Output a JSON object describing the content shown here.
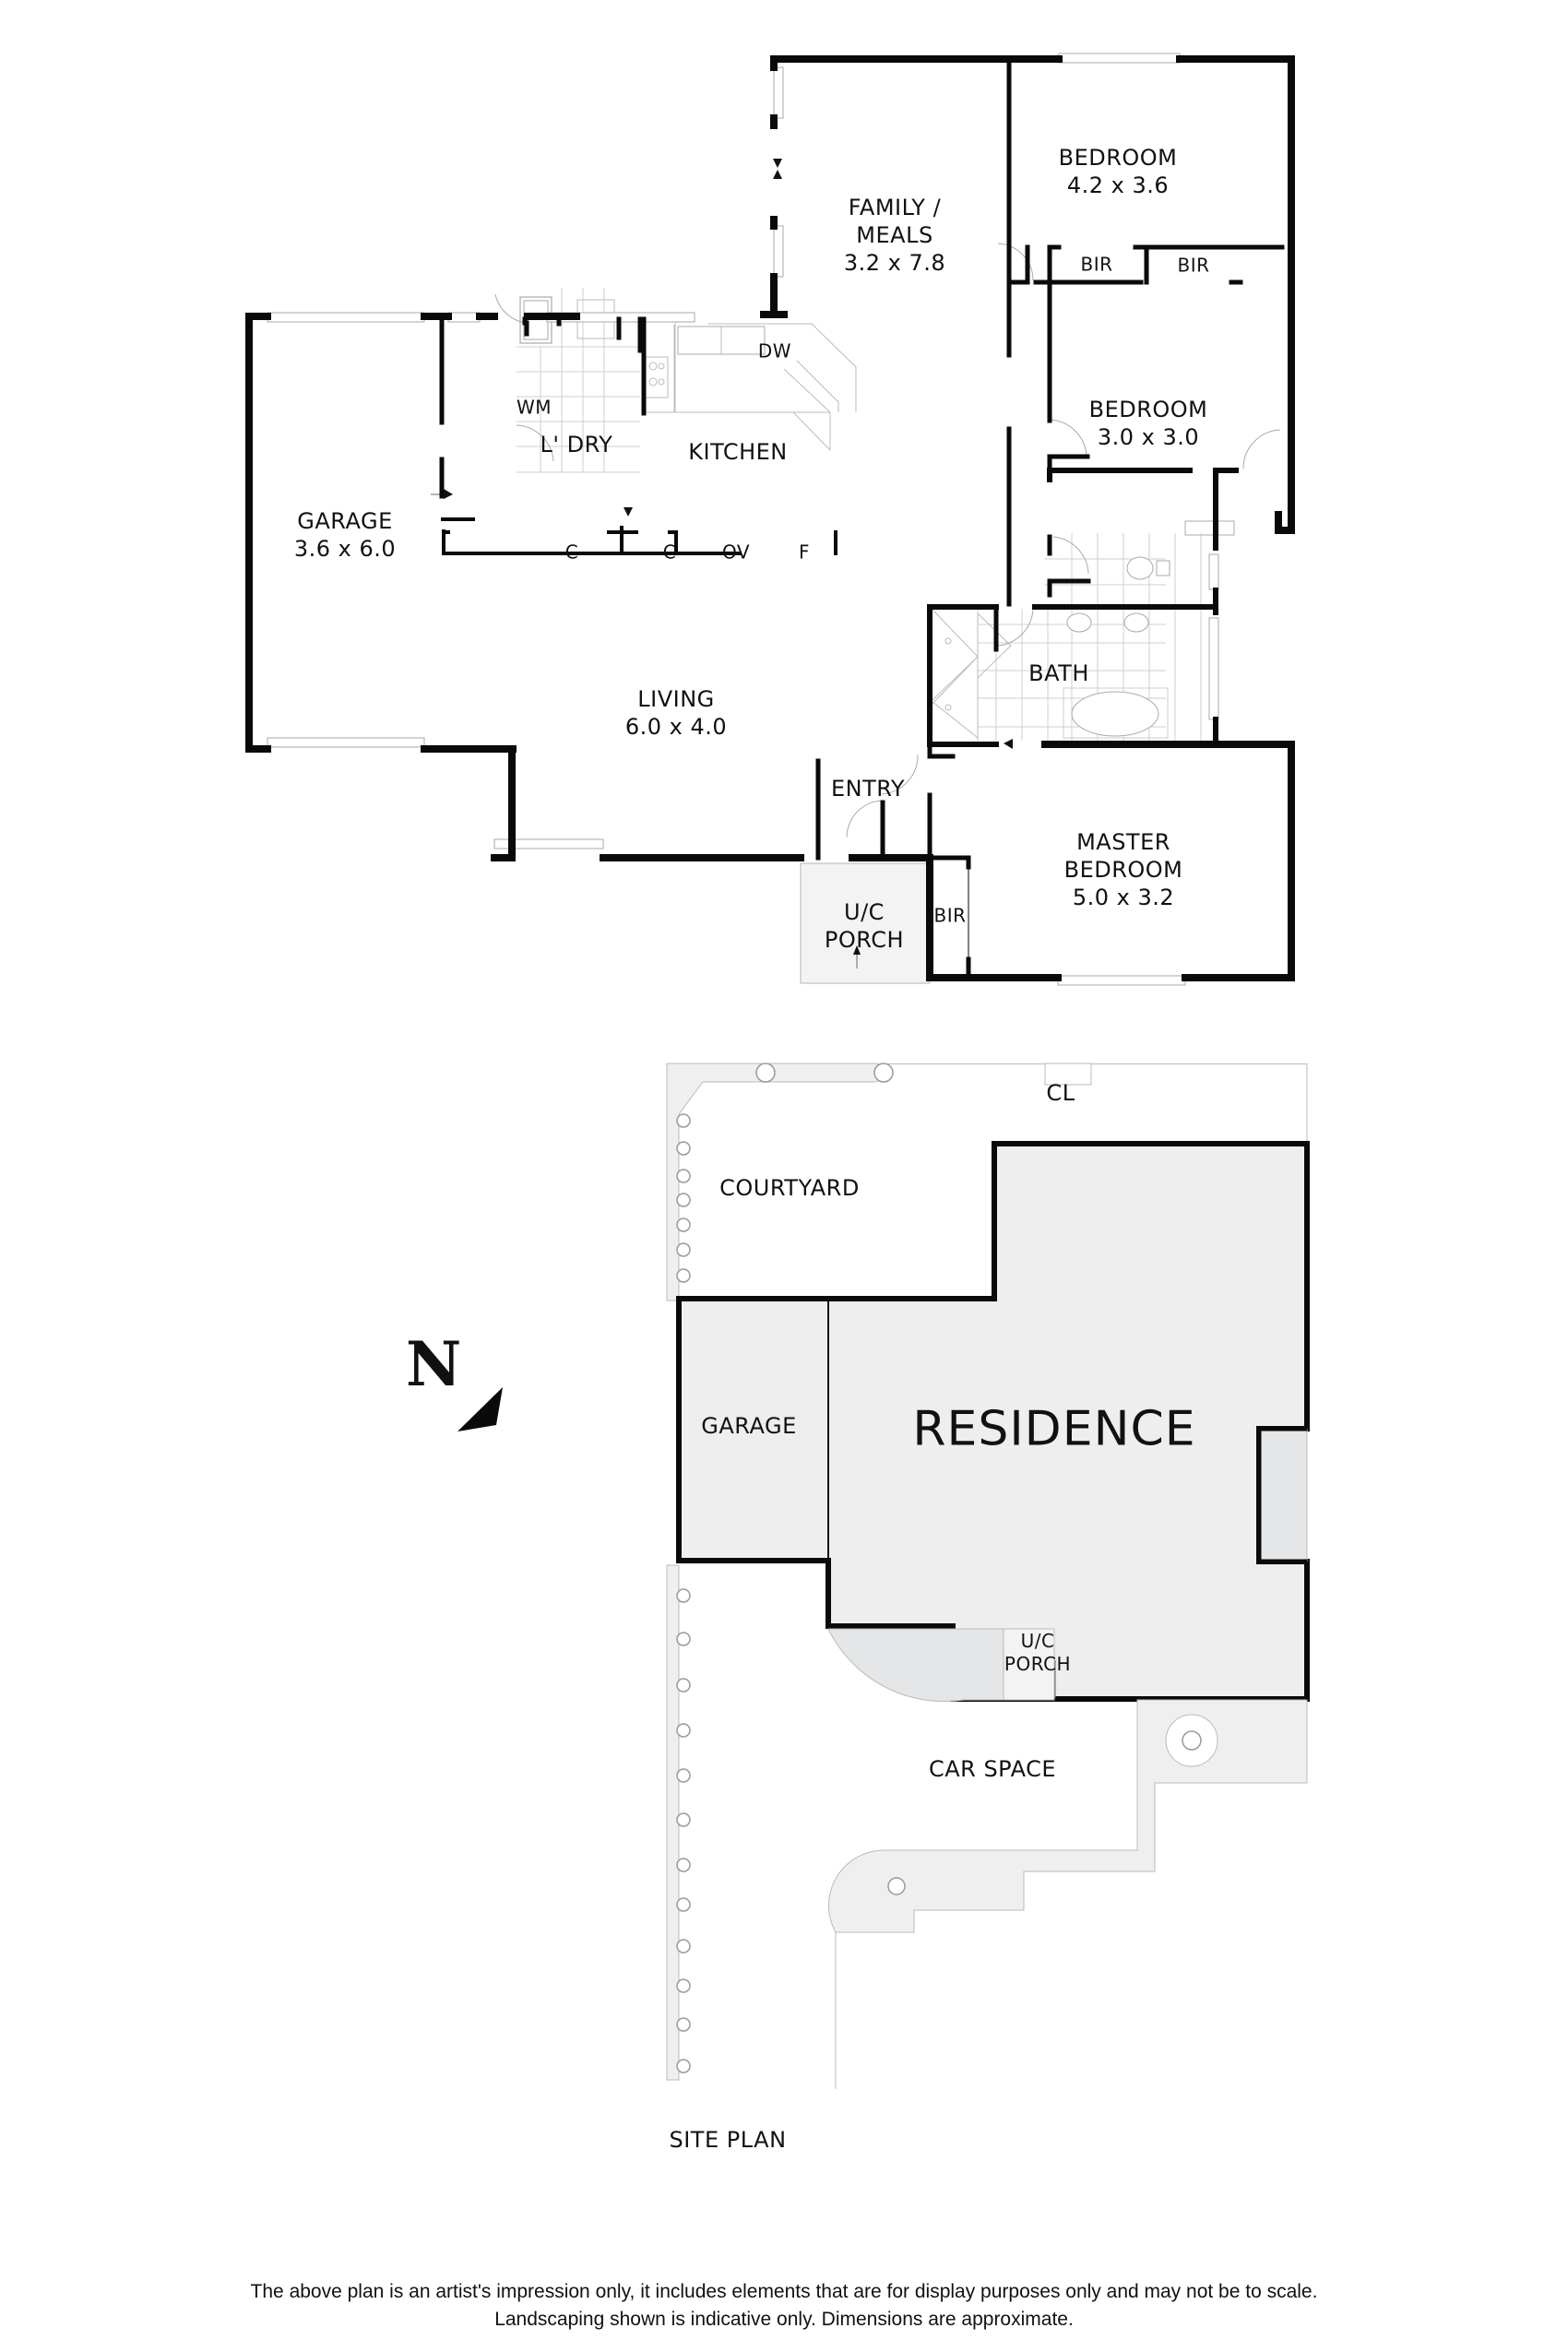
{
  "floor_plan": {
    "rooms": [
      {
        "id": "family",
        "name": "FAMILY /",
        "name2": "MEALS",
        "dims": "3.2 x 7.8"
      },
      {
        "id": "bedroom1",
        "name": "BEDROOM",
        "dims": "4.2 x 3.6"
      },
      {
        "id": "bedroom2",
        "name": "BEDROOM",
        "dims": "3.0 x 3.0"
      },
      {
        "id": "garage",
        "name": "GARAGE",
        "dims": "3.6 x 6.0"
      },
      {
        "id": "living",
        "name": "LIVING",
        "dims": "6.0 x 4.0"
      },
      {
        "id": "master",
        "name": "MASTER",
        "name2": "BEDROOM",
        "dims": "5.0 x 3.2"
      }
    ],
    "labels": {
      "laundry": "L' DRY",
      "kitchen": "KITCHEN",
      "wm": "WM",
      "dw": "DW",
      "bath": "BATH",
      "entry": "ENTRY",
      "porch_1": "U/C",
      "porch_2": "PORCH",
      "bir_1": "BIR",
      "bir_2": "BIR",
      "bir_master": "BIR",
      "cupboard_1": "C",
      "cupboard_2": "C",
      "oven": "OV",
      "fridge": "F"
    }
  },
  "site_plan": {
    "title": "SITE PLAN",
    "labels": {
      "courtyard": "COURTYARD",
      "clothesline": "CL",
      "garage": "GARAGE",
      "residence": "RESIDENCE",
      "porch_1": "U/C",
      "porch_2": "PORCH",
      "car_space": "CAR SPACE"
    }
  },
  "north_arrow": {
    "letter": "N"
  },
  "colors": {
    "wall": "#0a0a0a",
    "fill": "#eeeeee",
    "light_fill": "#e5e6e8",
    "line": "#b5b5b5"
  },
  "disclaimer": {
    "line1": "The above plan is an artist's impression only, it includes elements that are for display purposes only and may not be to scale.",
    "line2": "Landscaping shown is indicative only. Dimensions are approximate."
  }
}
